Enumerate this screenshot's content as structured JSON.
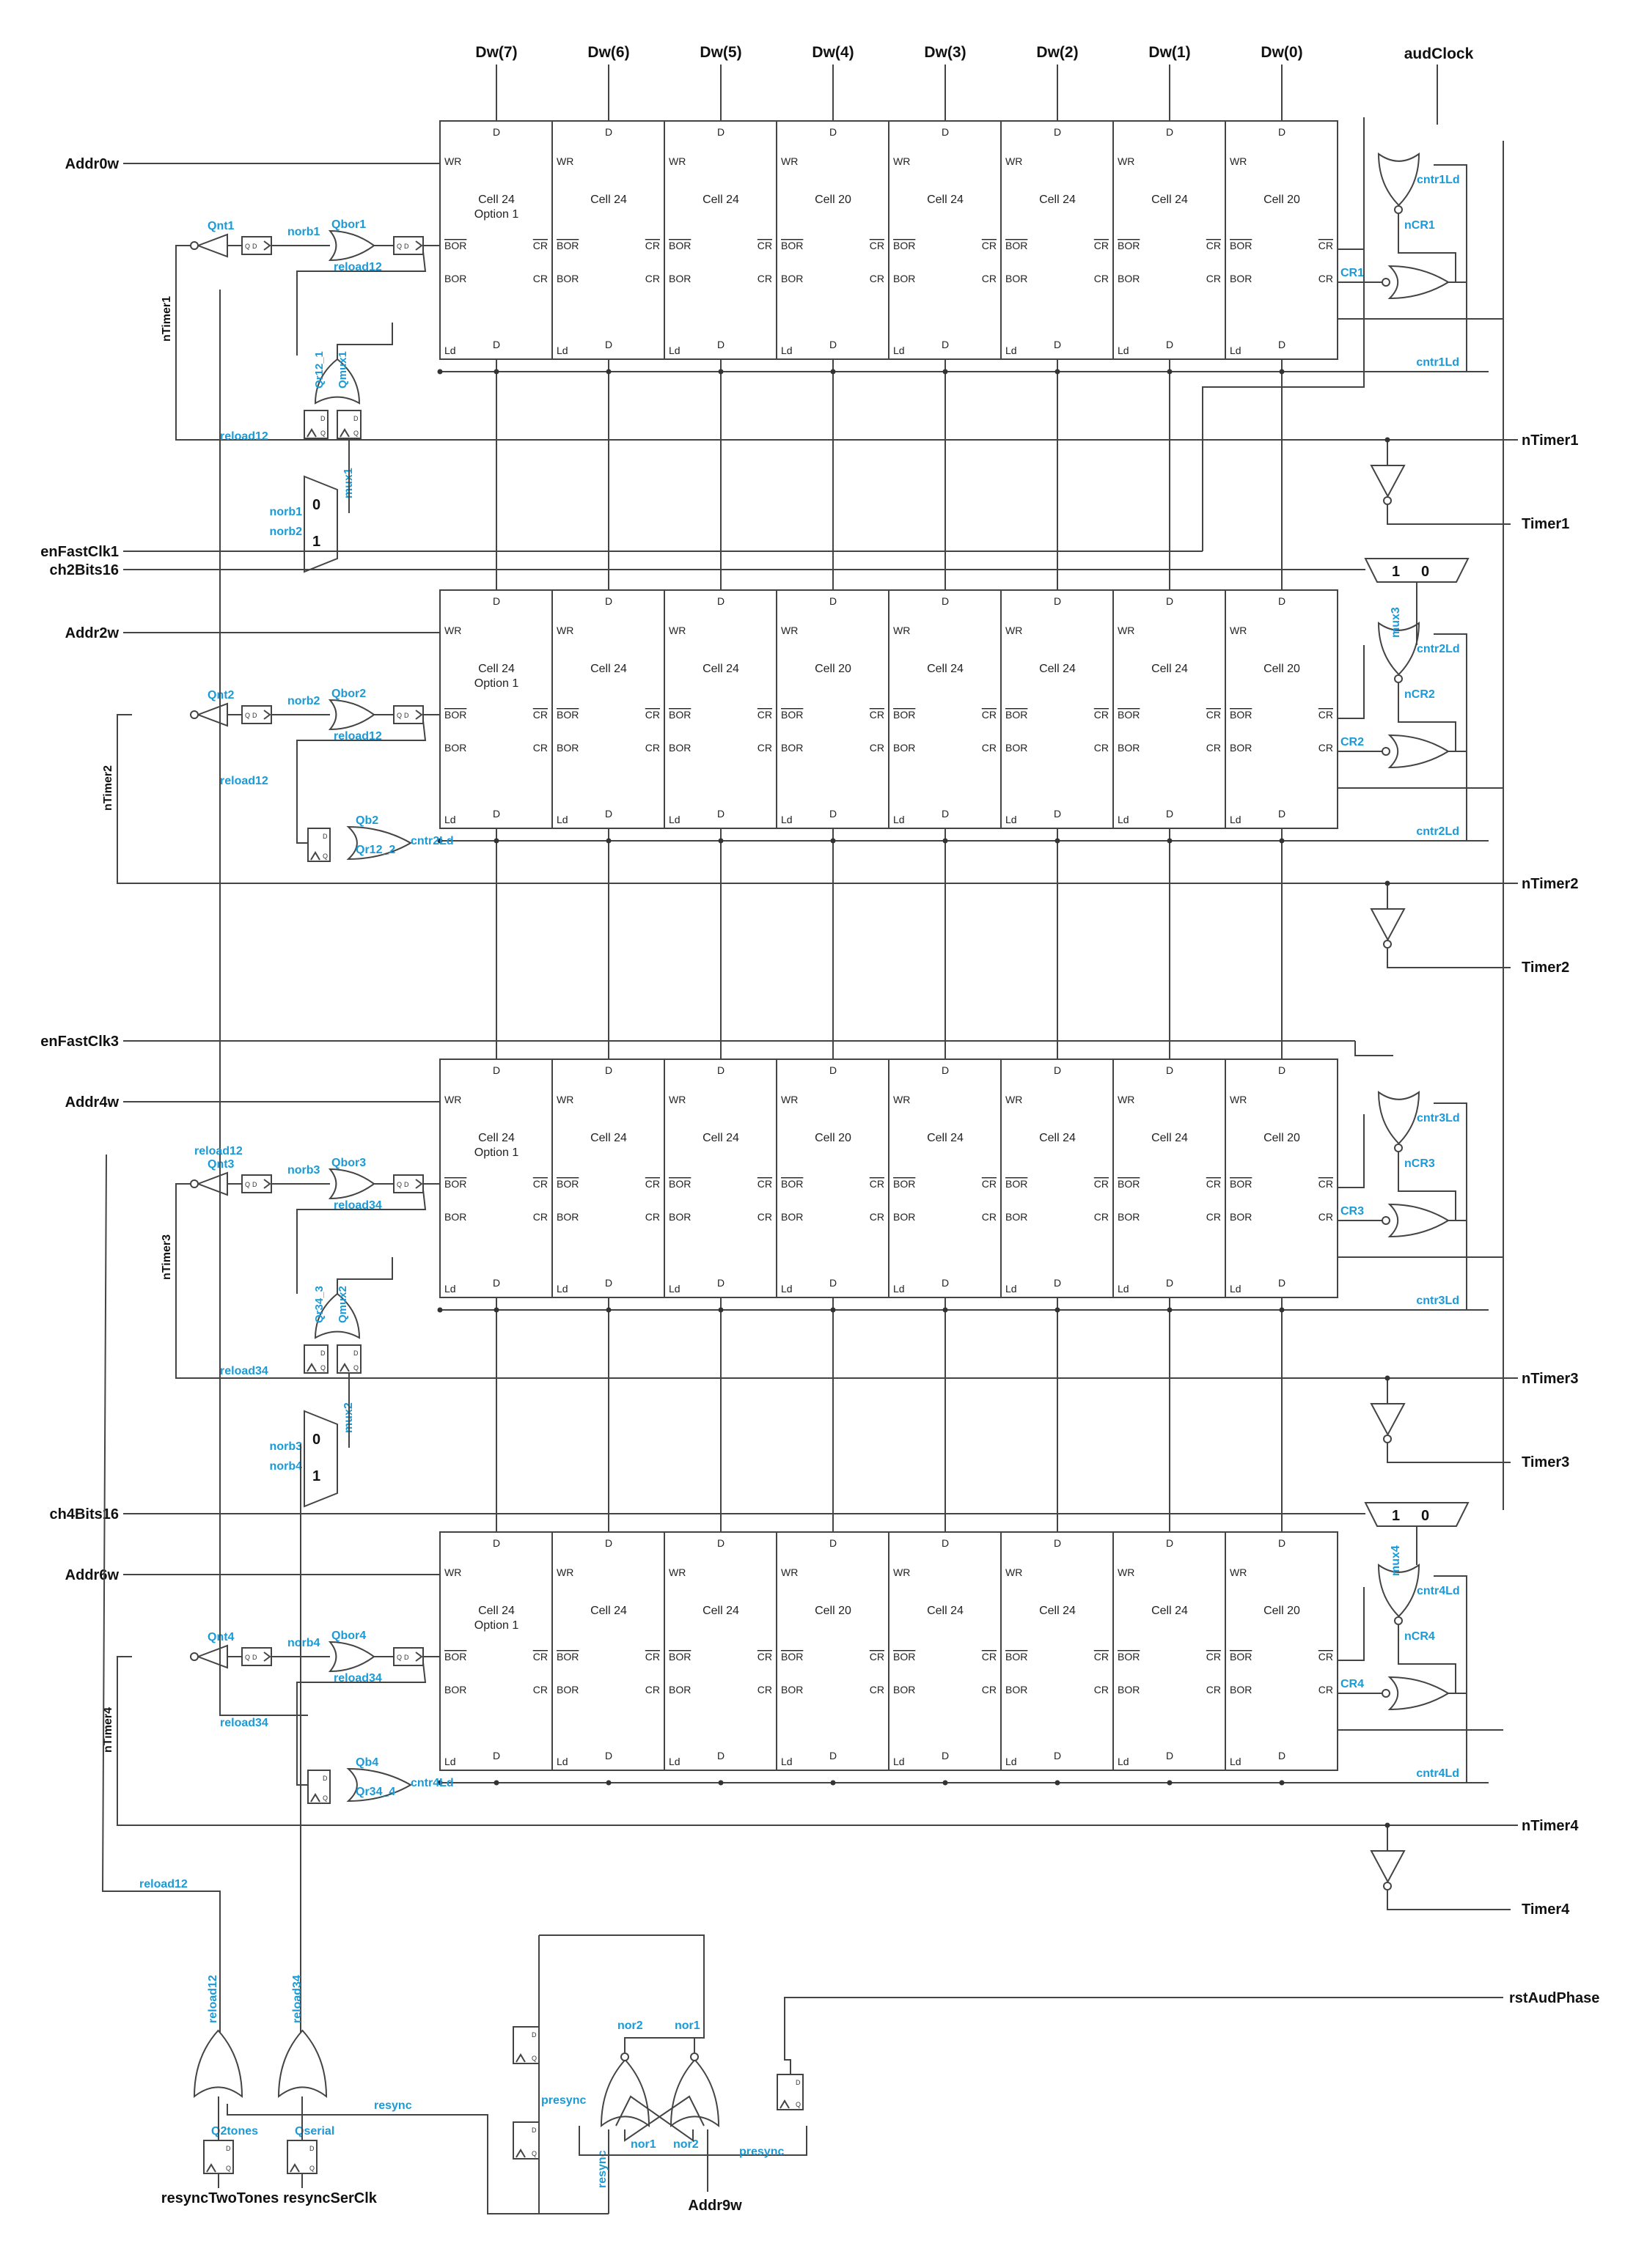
{
  "data_inputs": [
    "Dw(7)",
    "Dw(6)",
    "Dw(5)",
    "Dw(4)",
    "Dw(3)",
    "Dw(2)",
    "Dw(1)",
    "Dw(0)"
  ],
  "aud_clock": "audClock",
  "pins": {
    "d": "D",
    "wr": "WR",
    "bor": "BOR",
    "cr": "CR",
    "ld": "Ld",
    "q": "Q",
    "mux0": "0",
    "mux1": "1"
  },
  "cell_types": [
    "Cell 24",
    "Cell 24",
    "Cell 24",
    "Cell 20",
    "Cell 24",
    "Cell 24",
    "Cell 24",
    "Cell 20"
  ],
  "option_label": "Option 1",
  "channels": [
    {
      "addr": "Addr0w",
      "nTimer": "nTimer1",
      "timer": "Timer1",
      "qnt": "Qnt1",
      "norb": "norb1",
      "qbor": "Qbor1",
      "reload": "reload12",
      "nCR": "nCR1",
      "CR": "CR1",
      "cntrLd": "cntr1Ld",
      "enFast": "enFastClk1"
    },
    {
      "addr": "Addr2w",
      "nTimer": "nTimer2",
      "timer": "Timer2",
      "qnt": "Qnt2",
      "norb": "norb2",
      "qbor": "Qbor2",
      "reload": "reload12",
      "nCR": "nCR2",
      "CR": "CR2",
      "cntrLd": "cntr2Ld",
      "qb": "Qb2",
      "qr": "Qr12_2",
      "mux": "mux3"
    },
    {
      "addr": "Addr4w",
      "nTimer": "nTimer3",
      "timer": "Timer3",
      "qnt": "Qnt3",
      "norb": "norb3",
      "qbor": "Qbor3",
      "reload": "reload34",
      "nCR": "nCR3",
      "CR": "CR3",
      "cntrLd": "cntr3Ld",
      "enFast": "enFastClk3"
    },
    {
      "addr": "Addr6w",
      "nTimer": "nTimer4",
      "timer": "Timer4",
      "qnt": "Qnt4",
      "norb": "norb4",
      "qbor": "Qbor4",
      "reload": "reload34",
      "nCR": "nCR4",
      "CR": "CR4",
      "cntrLd": "cntr4Ld",
      "qb": "Qb4",
      "qr": "Qr34_4",
      "mux": "mux4"
    }
  ],
  "enFastClk1": "enFastClk1",
  "enFastClk3": "enFastClk3",
  "ch2Bits16": "ch2Bits16",
  "ch4Bits16": "ch4Bits16",
  "qr12_1": "Qr12_1",
  "qmux1": "Qmux1",
  "mux1": "mux1",
  "qr34_3": "Qr34_3",
  "qmux2": "Qmux2",
  "mux2": "mux2",
  "reload12": "reload12",
  "reload34": "reload34",
  "norb1": "norb1",
  "norb2": "norb2",
  "norb3": "norb3",
  "norb4": "norb4",
  "bottom": {
    "reload12": "reload12",
    "reload34": "reload34",
    "q2tones": "Q2tones",
    "qserial": "Qserial",
    "resync": "resync",
    "presync": "presync",
    "nor1": "nor1",
    "nor2": "nor2",
    "rstAudPhase": "rstAudPhase",
    "resyncTwoTones": "resyncTwoTones",
    "resyncSerClk": "resyncSerClk",
    "addr9w": "Addr9w"
  }
}
